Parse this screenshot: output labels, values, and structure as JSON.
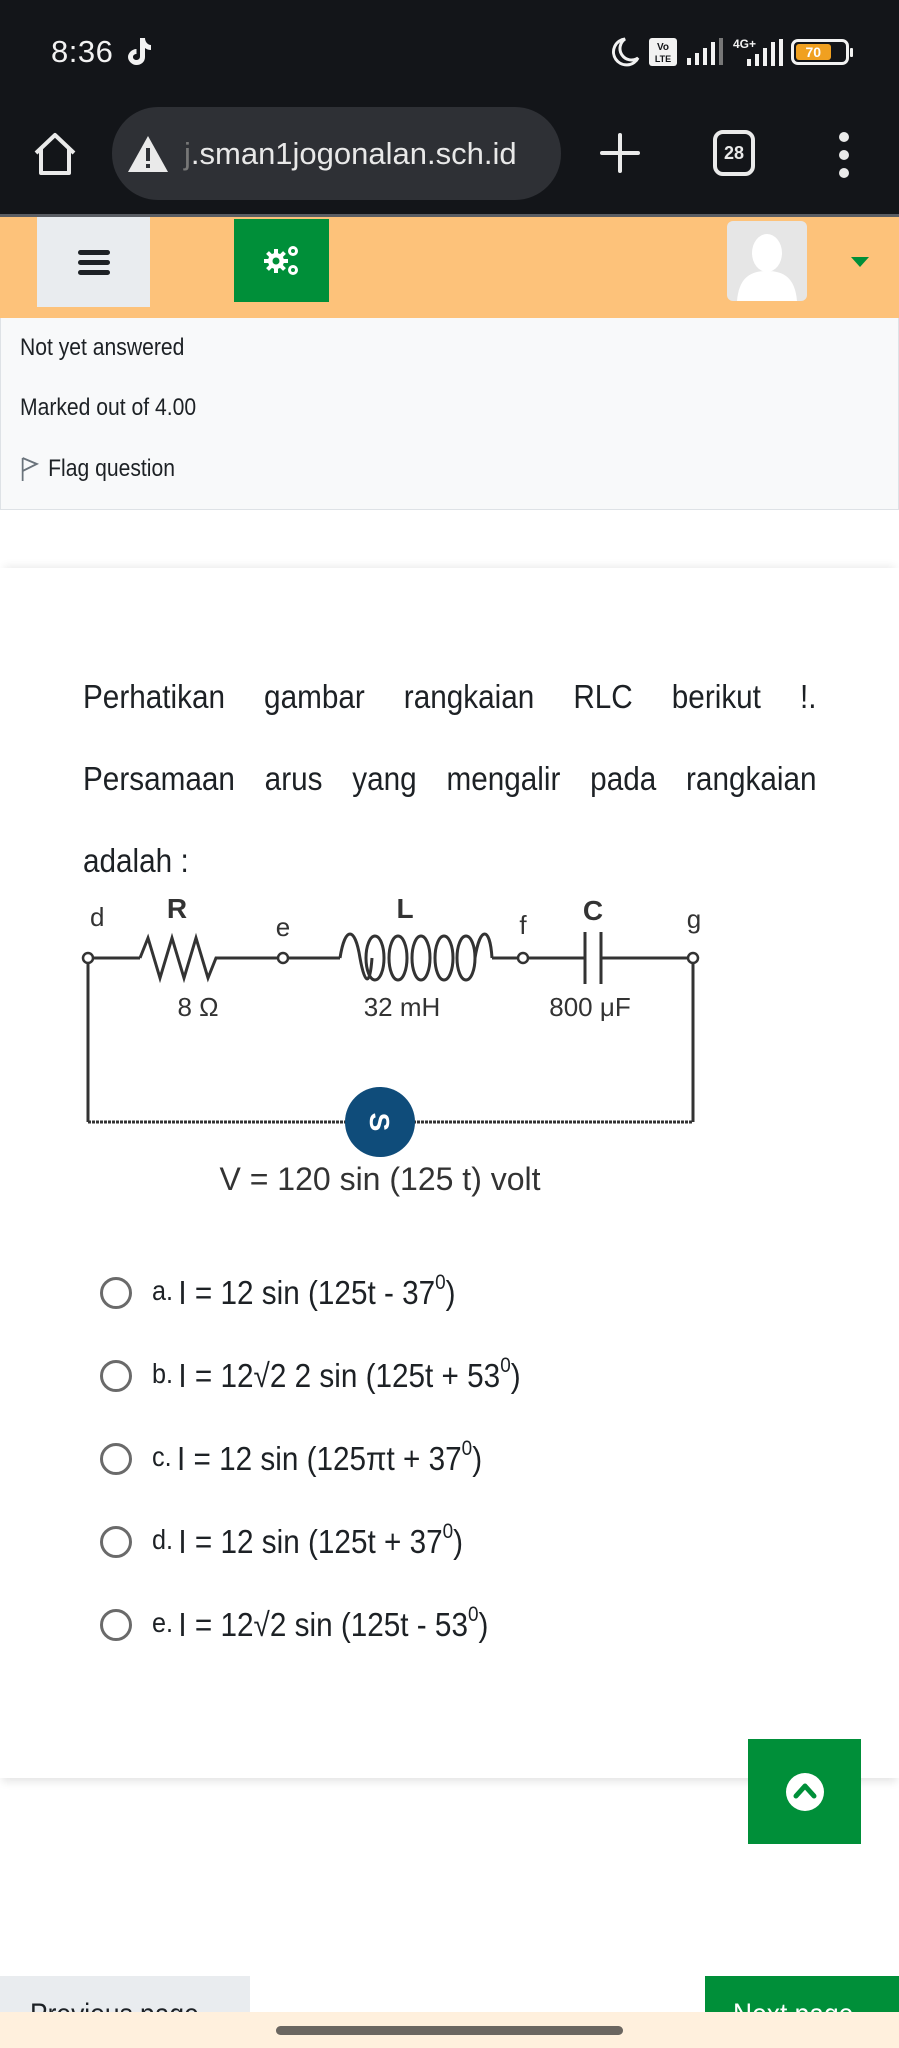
{
  "status_bar": {
    "time": "8:36",
    "notification_icons": [
      "tiktok-icon"
    ],
    "system_icons": [
      "do-not-disturb-moon-icon",
      "volte-icon",
      "signal-icon",
      "4g-plus-signal-icon"
    ],
    "network_label": "4G+",
    "volte_label": "Vo LTE",
    "battery_level": "70"
  },
  "browser": {
    "url_faded_prefix": "j",
    "url": ".sman1jogonalan.sch.id",
    "tab_count": "28",
    "icons": {
      "home": "home-icon",
      "security": "warning-triangle-icon",
      "new_tab": "plus-icon",
      "menu": "three-dot-menu-icon"
    }
  },
  "navbar": {
    "toggle_icon": "hamburger-icon",
    "settings_icon": "gears-icon",
    "avatar_icon": "user-avatar-icon",
    "user_menu_icon": "caret-down-icon",
    "background_color": "#fdc27a",
    "accent_color": "#008f39"
  },
  "question_info": {
    "state": "Not yet answered",
    "grade": "Marked out of 4.00",
    "flag_label": "Flag question"
  },
  "question": {
    "text_lines": [
      "Perhatikan gambar rangkaian RLC berikut !.",
      "Persamaan arus yang mengalir pada rangkaian",
      "adalah :"
    ],
    "circuit": {
      "nodes": [
        "d",
        "e",
        "f",
        "g"
      ],
      "components": [
        {
          "symbol": "R",
          "value": "8 Ω"
        },
        {
          "symbol": "L",
          "value": "32 mH"
        },
        {
          "symbol": "C",
          "value": "800 μF"
        }
      ],
      "source_label": "S",
      "voltage": "V = 120 sin (125 t) volt"
    },
    "answers": [
      {
        "letter": "a.",
        "text": "I = 12 sin (125t - 37",
        "sup": "0",
        "tail": ")"
      },
      {
        "letter": "b.",
        "text": "I = 12√2 2 sin (125t + 53",
        "sup": "0",
        "tail": ")"
      },
      {
        "letter": "c.",
        "text": "I = 12 sin (125πt + 37",
        "sup": "0",
        "tail": ")"
      },
      {
        "letter": "d.",
        "text": "I = 12 sin (125t + 37",
        "sup": "0",
        "tail": ")"
      },
      {
        "letter": "e.",
        "text": "I = 12√2 sin (125t - 53",
        "sup": "0",
        "tail": ")"
      }
    ]
  },
  "back_to_top": {
    "icon": "chevron-up-circle-icon"
  },
  "navigation": {
    "previous_label": "Previous page",
    "next_label": "Next page"
  }
}
